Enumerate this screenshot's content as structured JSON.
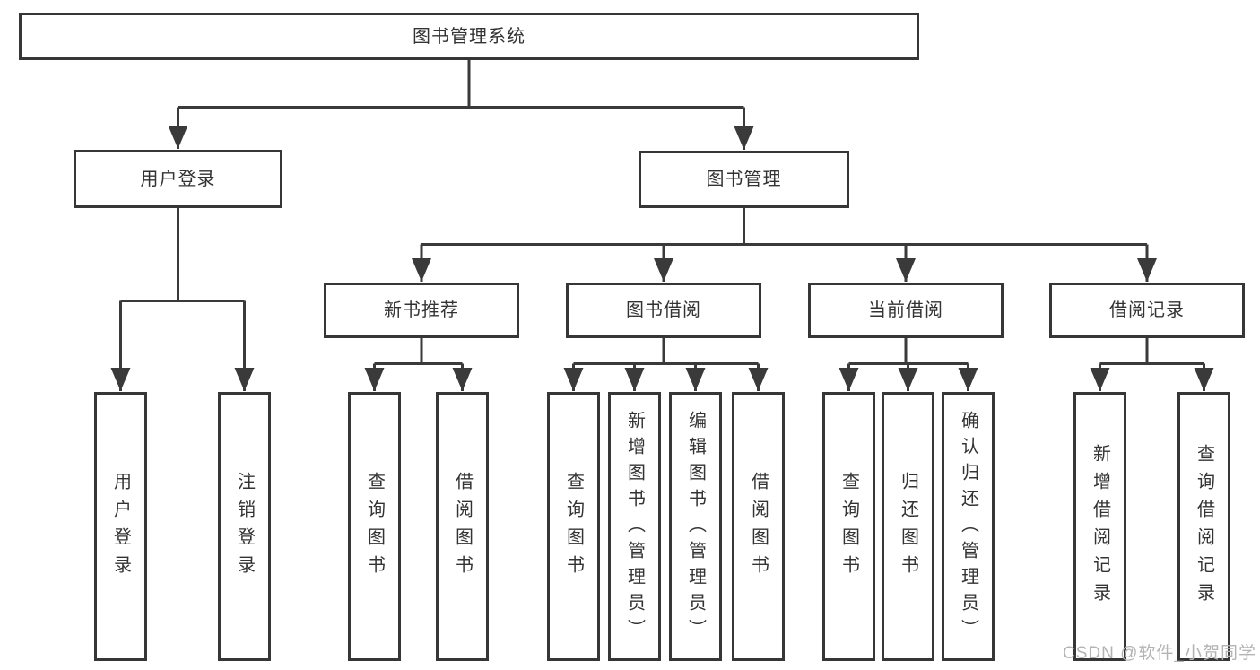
{
  "diagram": {
    "title": "图书管理系统",
    "tree": {
      "label": "图书管理系统",
      "children": [
        {
          "label": "用户登录",
          "children": [
            {
              "label": "用户登录"
            },
            {
              "label": "注销登录"
            }
          ]
        },
        {
          "label": "图书管理",
          "children": [
            {
              "label": "新书推荐",
              "children": [
                {
                  "label": "查询图书"
                },
                {
                  "label": "借阅图书"
                }
              ]
            },
            {
              "label": "图书借阅",
              "children": [
                {
                  "label": "查询图书"
                },
                {
                  "label": "新增图书（管理员）"
                },
                {
                  "label": "编辑图书（管理员）"
                },
                {
                  "label": "借阅图书"
                }
              ]
            },
            {
              "label": "当前借阅",
              "children": [
                {
                  "label": "查询图书"
                },
                {
                  "label": "归还图书"
                },
                {
                  "label": "确认归还（管理员）"
                }
              ]
            },
            {
              "label": "借阅记录",
              "children": [
                {
                  "label": "新增借阅记录"
                },
                {
                  "label": "查询借阅记录"
                }
              ]
            }
          ]
        }
      ]
    },
    "colors": {
      "line": "#3a3a3a",
      "border": "#363636",
      "text": "#333333",
      "background": "#ffffff",
      "watermark": "#b3b3b3"
    }
  },
  "watermark": {
    "text": "CSDN @软件_小贺同学"
  }
}
